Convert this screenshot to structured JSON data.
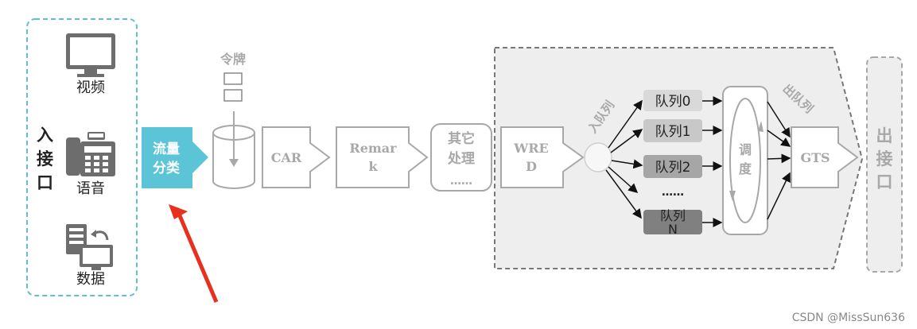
{
  "ingress": {
    "title": "入接口",
    "video": "视频",
    "voice": "语音",
    "data": "数据"
  },
  "classify": "流量分类",
  "token": {
    "label": "令牌"
  },
  "car": "CAR",
  "remark": "Remark",
  "other": {
    "title": "其它处理",
    "dots": "……"
  },
  "wred": "WRED",
  "enqueue": "入队列",
  "queues": [
    "队列0",
    "队列1",
    "队列2",
    "……",
    "队列N"
  ],
  "scheduler": "调度",
  "dequeue": "出队列",
  "gts": "GTS",
  "egress": "出接口",
  "watermark": "CSDN @MissSun636",
  "colors": {
    "teal": "#5bc4d6",
    "dashed_teal": "#5fc0d4",
    "grey_line": "#a8a8a8",
    "panel": "#eeeeee",
    "red_arrow": "#e8301e"
  }
}
